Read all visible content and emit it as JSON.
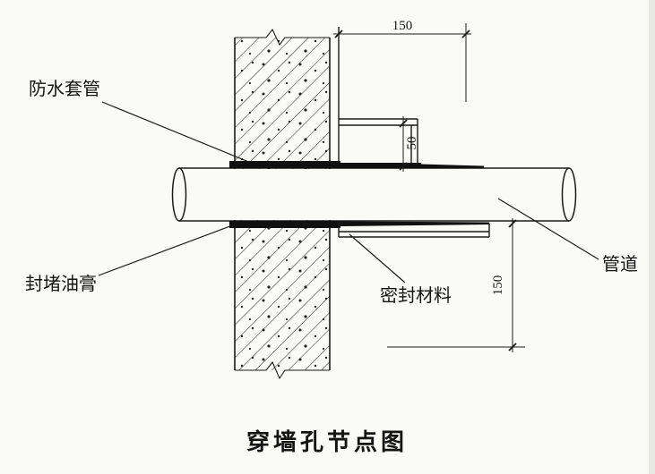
{
  "title": "穿墙孔节点图",
  "labels": {
    "waterproof_sleeve": "防水套管",
    "sealing_paste": "封堵油膏",
    "sealing_material": "密封材料",
    "pipe": "管道"
  },
  "dimensions": {
    "top_offset": "150",
    "collar_gap": "50",
    "bottom_offset": "150"
  },
  "colors": {
    "ink": "#1a1a1a",
    "paper": "#fafaf6"
  }
}
